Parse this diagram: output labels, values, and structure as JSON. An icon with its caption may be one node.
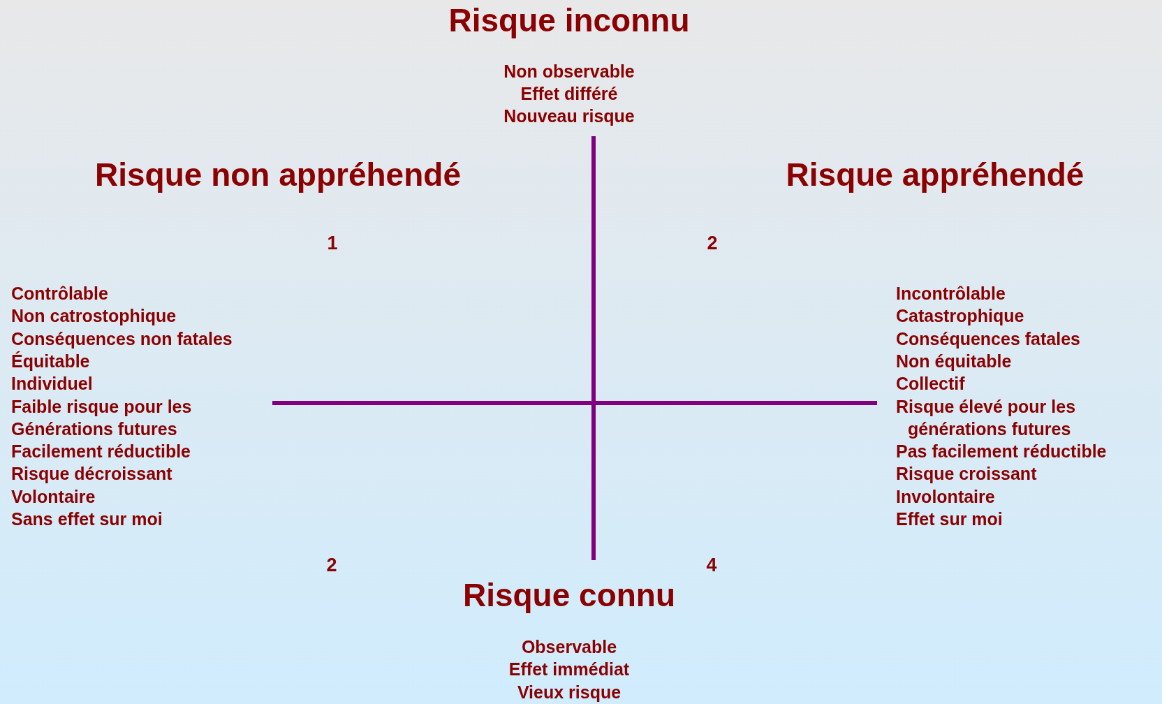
{
  "diagram": {
    "labels": [
      "Risque inconnu",
      "Non observable",
      "Effet différé",
      "Nouveau risque",
      "Risque non appréhendé",
      "Risque appréhendé",
      "1",
      "2",
      "Contrôlable",
      "Non catrostophique",
      "Conséquences non fatales",
      "Équitable",
      "Individuel",
      "Faible risque pour les",
      "Générations futures",
      "Facilement réductible",
      "Risque décroissant",
      "Volontaire",
      "Sans effet sur moi",
      "Incontrôlable",
      "Catastrophique",
      "Conséquences fatales",
      "Non équitable",
      "Collectif",
      "Risque élevé pour les",
      "générations futures",
      "Pas facilement réductible",
      "Risque croissant",
      "Involontaire",
      "Effet sur moi",
      "2",
      "4",
      "Risque connu",
      "Observable",
      "Effet immédiat",
      "Vieux risque"
    ]
  }
}
